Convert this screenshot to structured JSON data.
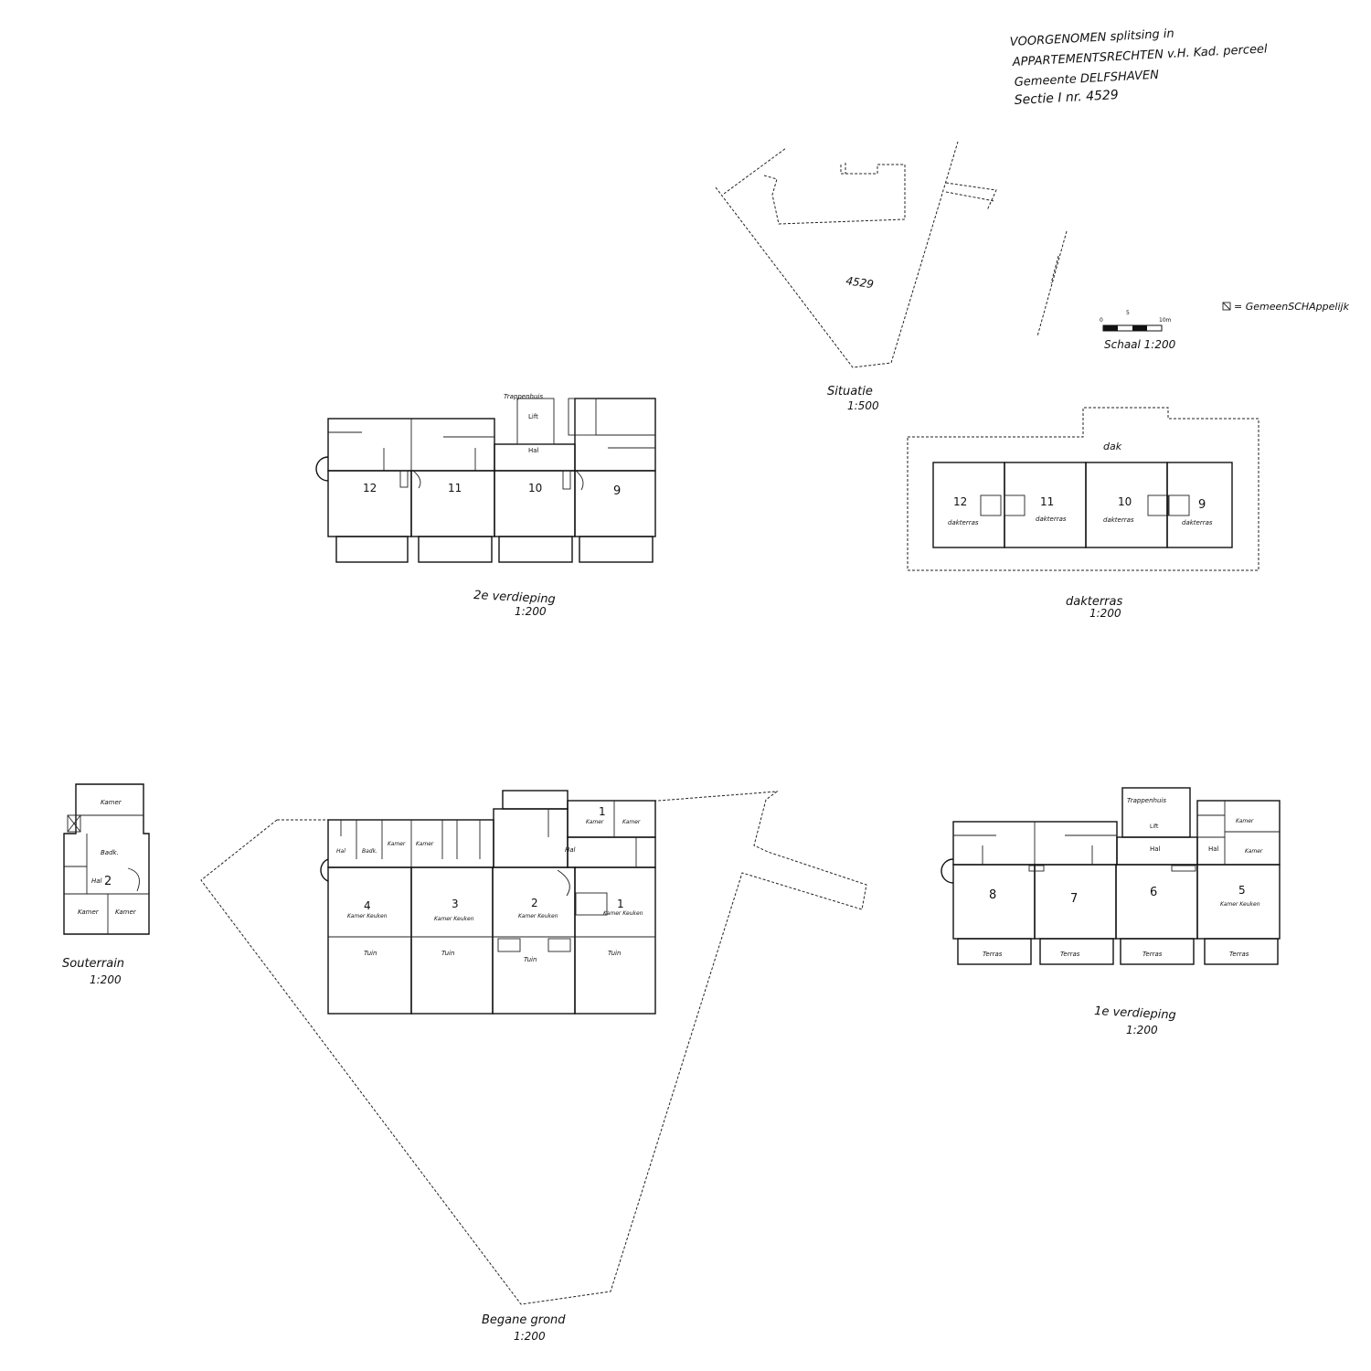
{
  "header": {
    "line1": "VOORGENOMEN splitsing in",
    "line2": "APPARTEMENTSRECHTEN v.H. Kad. perceel",
    "line3": "Gemeente DELFSHAVEN",
    "line4": "Sectie I nr. 4529"
  },
  "legend": {
    "text": "= GemeenSCHAppelijk",
    "scale": "Schaal 1:200",
    "scale_ticks": [
      "0",
      "5",
      "10m"
    ]
  },
  "situatie": {
    "caption": "Situatie",
    "scale": "1:500",
    "parcel": "4529"
  },
  "second_floor": {
    "caption": "2e verdieping",
    "scale": "1:200",
    "units": [
      "12",
      "11",
      "10",
      "9"
    ],
    "labels": {
      "stair": "Trappenhuis",
      "lift": "Lift",
      "hall": "Hal"
    }
  },
  "roof": {
    "caption": "dakterras",
    "scale": "1:200",
    "roof_label": "dak",
    "units": [
      "12",
      "11",
      "10",
      "9"
    ],
    "terrace": "dakterras"
  },
  "souterrain": {
    "caption": "Souterrain",
    "scale": "1:200",
    "unit": "2",
    "rooms": [
      "Kamer",
      "Badk.",
      "Hal",
      "Kamer",
      "Kamer"
    ]
  },
  "ground_floor": {
    "caption": "Begane grond",
    "scale": "1:200",
    "units": [
      "4",
      "3",
      "2",
      "1"
    ],
    "room_label": "Kamer Keuken",
    "garden": "Tuin",
    "rooms_top": [
      "Hal",
      "Badk.",
      "Kamer",
      "Kamer",
      "Hal",
      "Kamer",
      "Kamer"
    ]
  },
  "first_floor": {
    "caption": "1e verdieping",
    "scale": "1:200",
    "units": [
      "8",
      "7",
      "6",
      "5"
    ],
    "terrace": "Terras",
    "labels": {
      "stair": "Trappenhuis",
      "lift": "Lift",
      "hall": "Hal",
      "kamer": "Kamer",
      "keuken": "Kamer Keuken"
    }
  }
}
